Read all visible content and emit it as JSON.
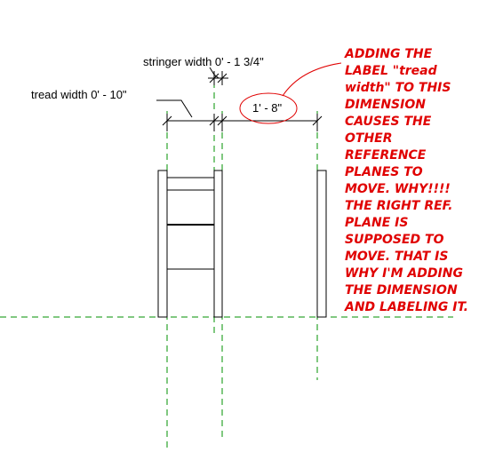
{
  "dimensions": {
    "stringer_width_label": "stringer width 0' - 1 3/4\"",
    "tread_width_label": "tread width 0' - 10\"",
    "unlabeled_dim_value": "1' - 8\""
  },
  "note": {
    "lines": [
      "ADDING THE",
      "LABEL \"tread",
      "width\" TO THIS",
      "DIMENSION",
      "CAUSES THE",
      "OTHER",
      "REFERENCE",
      "PLANES TO",
      "MOVE.  WHY!!!!",
      "THE RIGHT REF.",
      "PLANE IS",
      "SUPPOSED TO",
      "MOVE.  THAT IS",
      "WHY I'M ADDING",
      "THE DIMENSION",
      "AND LABELING IT."
    ]
  },
  "colors": {
    "reference_plane": "#009000",
    "annotation": "#e00000",
    "linework": "#000000"
  }
}
